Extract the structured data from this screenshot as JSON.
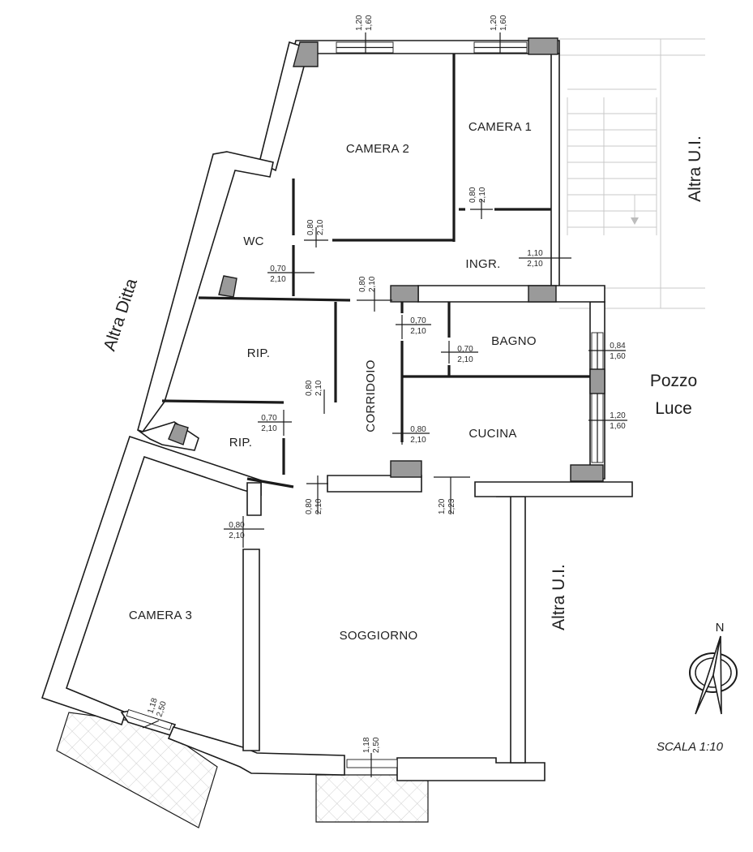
{
  "rooms": {
    "camera2": "CAMERA 2",
    "camera1": "CAMERA 1",
    "wc": "WC",
    "ingr": "INGR.",
    "rip_top": "RIP.",
    "rip_bottom": "RIP.",
    "bagno": "BAGNO",
    "corridoio": "CORRIDOIO",
    "cucina": "CUCINA",
    "camera3": "CAMERA 3",
    "soggiorno": "SOGGIORNO"
  },
  "labels": {
    "altra_ditta": "Altra Ditta",
    "altra_ui_top": "Altra U.I.",
    "altra_ui_bottom": "Altra U.I.",
    "pozzo": "Pozzo",
    "luce": "Luce"
  },
  "dimensions": {
    "win_camera2": [
      "1,20",
      "1,60"
    ],
    "win_camera1": [
      "1,20",
      "1,60"
    ],
    "door_camera2": [
      "0,80",
      "2,10"
    ],
    "door_camera1": [
      "0,80",
      "2,10"
    ],
    "door_ingresso": [
      "1,10",
      "2,10"
    ],
    "door_wc": [
      "0,70",
      "2,10"
    ],
    "door_corridoio": [
      "0,80",
      "2,10"
    ],
    "door_bagno_a": [
      "0,70",
      "2,10"
    ],
    "door_bagno_b": [
      "0,70",
      "2,10"
    ],
    "win_bagno": [
      "0,84",
      "1,60"
    ],
    "door_rip_top": [
      "0,80",
      "2,10"
    ],
    "door_rip_bottom": [
      "0,70",
      "2,10"
    ],
    "door_cucina": [
      "0,80",
      "2,10"
    ],
    "win_cucina": [
      "1,20",
      "1,60"
    ],
    "door_soggiorno_a": [
      "0,80",
      "2,10"
    ],
    "door_soggiorno_b": [
      "1,20",
      "2,23"
    ],
    "door_camera3": [
      "0,80",
      "2,10"
    ],
    "win_camera3": [
      "1,18",
      "2,50"
    ],
    "win_soggiorno": [
      "1,18",
      "2,50"
    ]
  },
  "compass": {
    "north_label": "N"
  },
  "scale": {
    "label": "SCALA 1:10"
  }
}
